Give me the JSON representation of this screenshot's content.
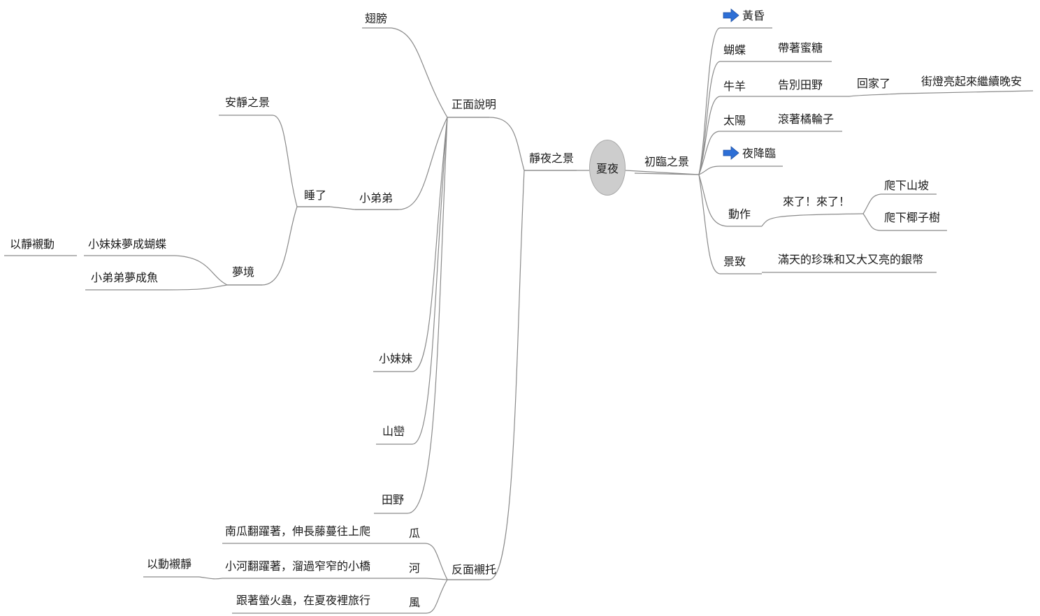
{
  "center": "夏夜",
  "right": {
    "branch": "初臨之景",
    "items": {
      "dusk": "黃昏",
      "butterfly": "蝴蝶",
      "butterfly_detail": "帶著蜜糖",
      "ox": "牛羊",
      "ox_detail": "告別田野",
      "ox_detail2": "回家了",
      "ox_detail3": "街燈亮起來繼續晚安",
      "sun": "太陽",
      "sun_detail": "滾著橘輪子",
      "night_falls": "夜降臨",
      "action": "動作",
      "action_detail": "來了！來了！",
      "action_a": "爬下山坡",
      "action_b": "爬下椰子樹",
      "scenery": "景致",
      "scenery_detail": "滿天的珍珠和又大又亮的銀幣"
    }
  },
  "left": {
    "branch": "靜夜之景",
    "positive": {
      "label": "正面說明",
      "feather": "翅膀",
      "brother": "小弟弟",
      "asleep": "睡了",
      "quiet": "安靜之景",
      "dream": "夢境",
      "sister_dream": "小妹妹夢成蝴蝶",
      "brother_dream": "小弟弟夢成魚",
      "still_to_move": "以靜襯動",
      "sister": "小妹妹",
      "mountain": "山巒",
      "field": "田野"
    },
    "contrast": {
      "label": "反面襯托",
      "melon_detail": "南瓜翻躍著，伸長藤蔓往上爬",
      "melon": "瓜",
      "river_detail": "小河翻躍著，溜過窄窄的小橋",
      "river": "河",
      "wind_detail": "跟著螢火蟲，在夏夜裡旅行",
      "wind": "風",
      "move_to_still": "以動襯靜"
    }
  },
  "colors": {
    "line": "#8a8a8a",
    "center_fill": "#cdcdcd",
    "arrow": "#2d6fd6"
  },
  "icons": [
    "arrow-right-icon",
    "arrow-right-icon"
  ]
}
